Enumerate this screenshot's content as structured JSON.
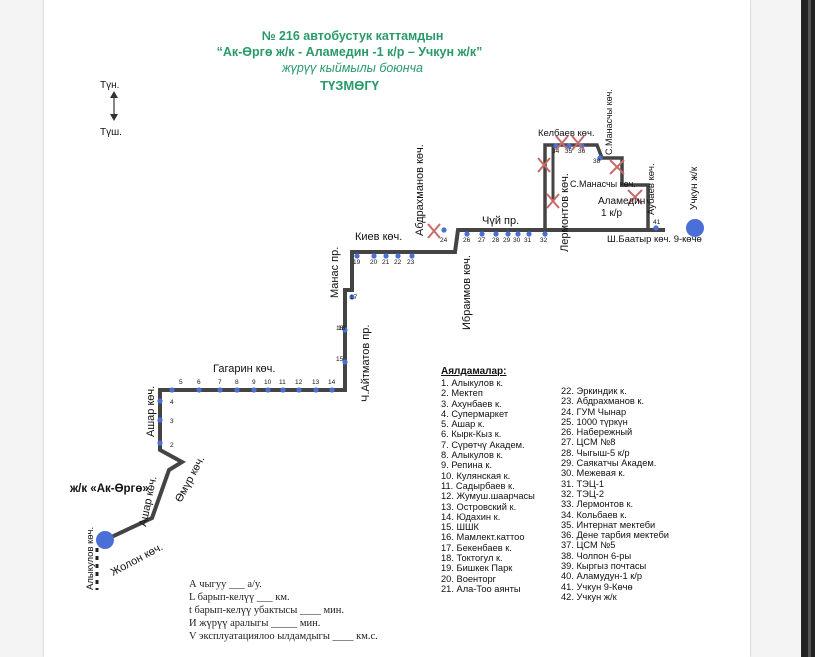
{
  "title": {
    "line1": "№ 216  автобустук каттамдын",
    "line2": "“Ак-Өргө ж/к  - Аламедин -1 к/р – Учкун ж/к”",
    "line3": "жүрүү кыймылы боюнча",
    "line4": "ТҮЗМӨГҮ"
  },
  "compass": {
    "north": "Түн.",
    "south": "Түш."
  },
  "streets": {
    "gagarin": "Гагарин  көч.",
    "ashar1": "Ашар көч.",
    "ashar2": "Ашар көч.",
    "omur": "Өмүр көч.",
    "zholon": "Жолон көч.",
    "alykulov": "Алыкулов көч.",
    "aitmatov": "Ч.Айтматов пр.",
    "manas": "Манас пр.",
    "kiev": "Киев көч.",
    "abdrakhmanov": "Абдрахманов көч.",
    "chui": "Чүй пр.",
    "ibraimov": "Ибраимов көч.",
    "lermontov": "Лермонтов көч.",
    "kelbaev": "Келбаев көч.",
    "smanas_street": "С.Манасчы көч.",
    "smanas": "С.Манасчы көч.",
    "aubaev": "Аубаев көч.",
    "baatyr": "Ш.Баатыр көч.  9-көчө",
    "uchkun_end": "Учкун ж/к",
    "ak_orgo": "ж/к «Ак-Өргө»"
  },
  "district_label": {
    "line1": "Аламедин",
    "line2": "1 к/р"
  },
  "stop_numbers": {
    "s2": "2",
    "s3": "3",
    "s4": "4",
    "s5": "5",
    "s6": "6",
    "s7": "7",
    "s8": "8",
    "s9": "9",
    "s10": "10",
    "s11": "11",
    "s12": "12",
    "s13": "13",
    "s14": "14",
    "s15": "15",
    "s16": "16",
    "s17": "17",
    "s18": "18",
    "s19": "19",
    "s20": "20",
    "s21": "21",
    "s22": "22",
    "s23": "23",
    "s24": "24",
    "s26": "26",
    "s27": "27",
    "s28": "28",
    "s29": "29",
    "s30": "30",
    "s31": "31",
    "s32": "32",
    "s34": "34",
    "s35": "35",
    "s36": "36",
    "s38": "38",
    "s41": "41"
  },
  "legend": {
    "title": "Аялдамалар:",
    "col1": [
      "1. Алыкулов к.",
      "2. Мектеп",
      "3. Ахунбаев к.",
      "4. Супермаркет",
      "5. Ашар к.",
      "6. Кырк-Кыз к.",
      "7. Сүрөтчү Академ.",
      "8. Алыкулов к.",
      "9. Репина к.",
      "10. Кулянская к.",
      "11. Садырбаев к.",
      "12. Жумуш.шаарчасы",
      "13. Островский к.",
      "14. Юдахин к.",
      "15. ШШК",
      "16. Мамлект.каттоо",
      "17. Бекенбаев к.",
      "18. Токтогул к.",
      "19. Бишкек Парк",
      "20. Военторг",
      "21. Ала-Тоо аянты"
    ],
    "col2": [
      "22. Эркиндик к.",
      "23. Абдрахманов к.",
      "24. ГУМ Чынар",
      "25. 1000 түркүн",
      "26. Набережный",
      "27. ЦСМ №8",
      "28. Чыгыш-5 к/р",
      "29. Саякатчы Академ.",
      "30. Межевая к.",
      "31. ТЭЦ-1",
      "32. ТЭЦ-2",
      "33. Лермонтов к.",
      "34. Кольбаев к.",
      "35. Интернат мектеби",
      "36. Дене тарбия мектеби",
      "37. ЦСМ №5",
      "38. Чолпон 6-ры",
      "39. Кыргыз почтасы",
      "40. Аламудун-1 к/р",
      "41. Учкун 9-Көчө",
      "42. Учкун ж/к"
    ]
  },
  "footer": [
    "А чыгуу ___ а/у.",
    "L барып-келүү ___ км.",
    "t барып-келүү убактысы ____ мин.",
    "И жүрүү аралыгы _____ мин.",
    "V эксплуатациялоо ылдамдыгы ____ км.с."
  ],
  "colors": {
    "route": "#444444",
    "stop": "#4a6fd6",
    "title": "#2a9a6a",
    "cross": "#c96a6a"
  }
}
